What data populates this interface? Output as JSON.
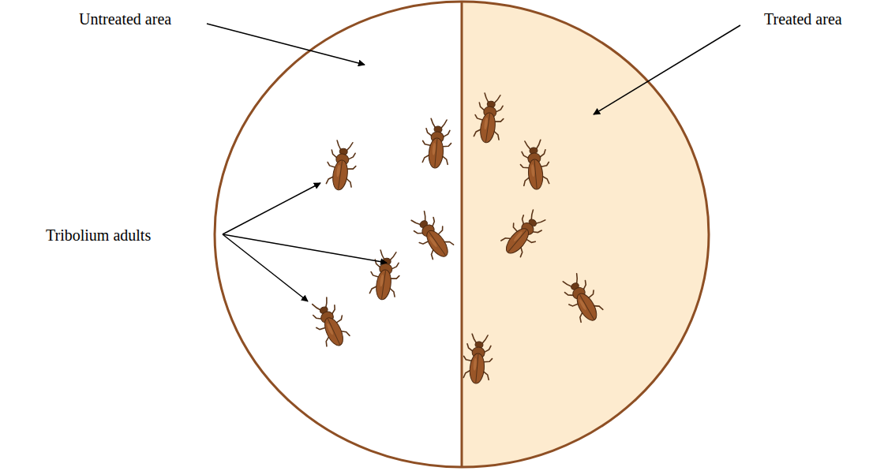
{
  "diagram": {
    "labels": [
      "Untreated area",
      "Treated area",
      "Tribolium adults"
    ]
  }
}
